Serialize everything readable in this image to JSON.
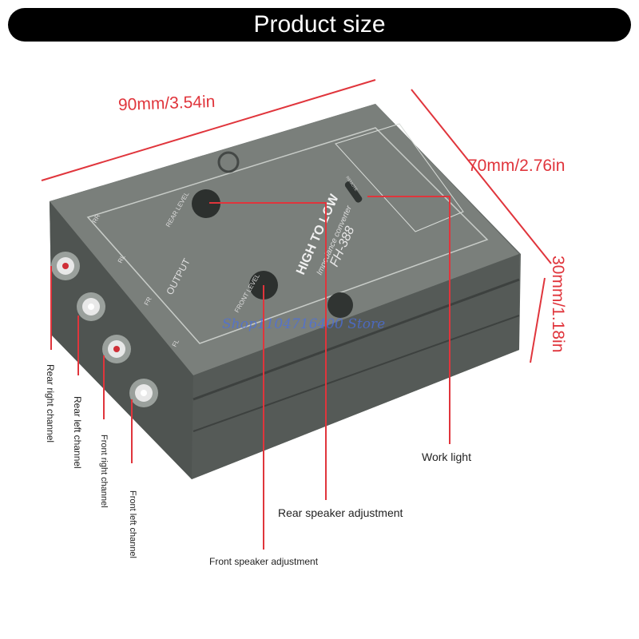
{
  "header": {
    "title": "Product size"
  },
  "dimensions": {
    "length": "90mm/3.54in",
    "width": "70mm/2.76in",
    "height": "30mm/1.18in"
  },
  "device": {
    "model": "FH-388",
    "brand": "HIGH TO LOW",
    "subtitle": "Impedance converter",
    "output_label": "OUTPUT",
    "channel_marks": [
      "RR",
      "RL",
      "FR",
      "FL"
    ],
    "rear_dial_label": "REAR LEVEL",
    "front_dial_label": "FRONT LEVEL",
    "remote_label": "REMOTE"
  },
  "callouts": {
    "work_light": "Work light",
    "rear_adjust": "Rear speaker adjustment",
    "front_adjust": "Front speaker adjustment",
    "rear_right": "Rear right channel",
    "rear_left": "Rear left channel",
    "front_right": "Front right channel",
    "front_left": "Front left channel"
  },
  "watermark": "Shop1104716400 Store",
  "colors": {
    "accent": "#e0353c",
    "device": "#6f7470",
    "title_bg": "#000000"
  }
}
